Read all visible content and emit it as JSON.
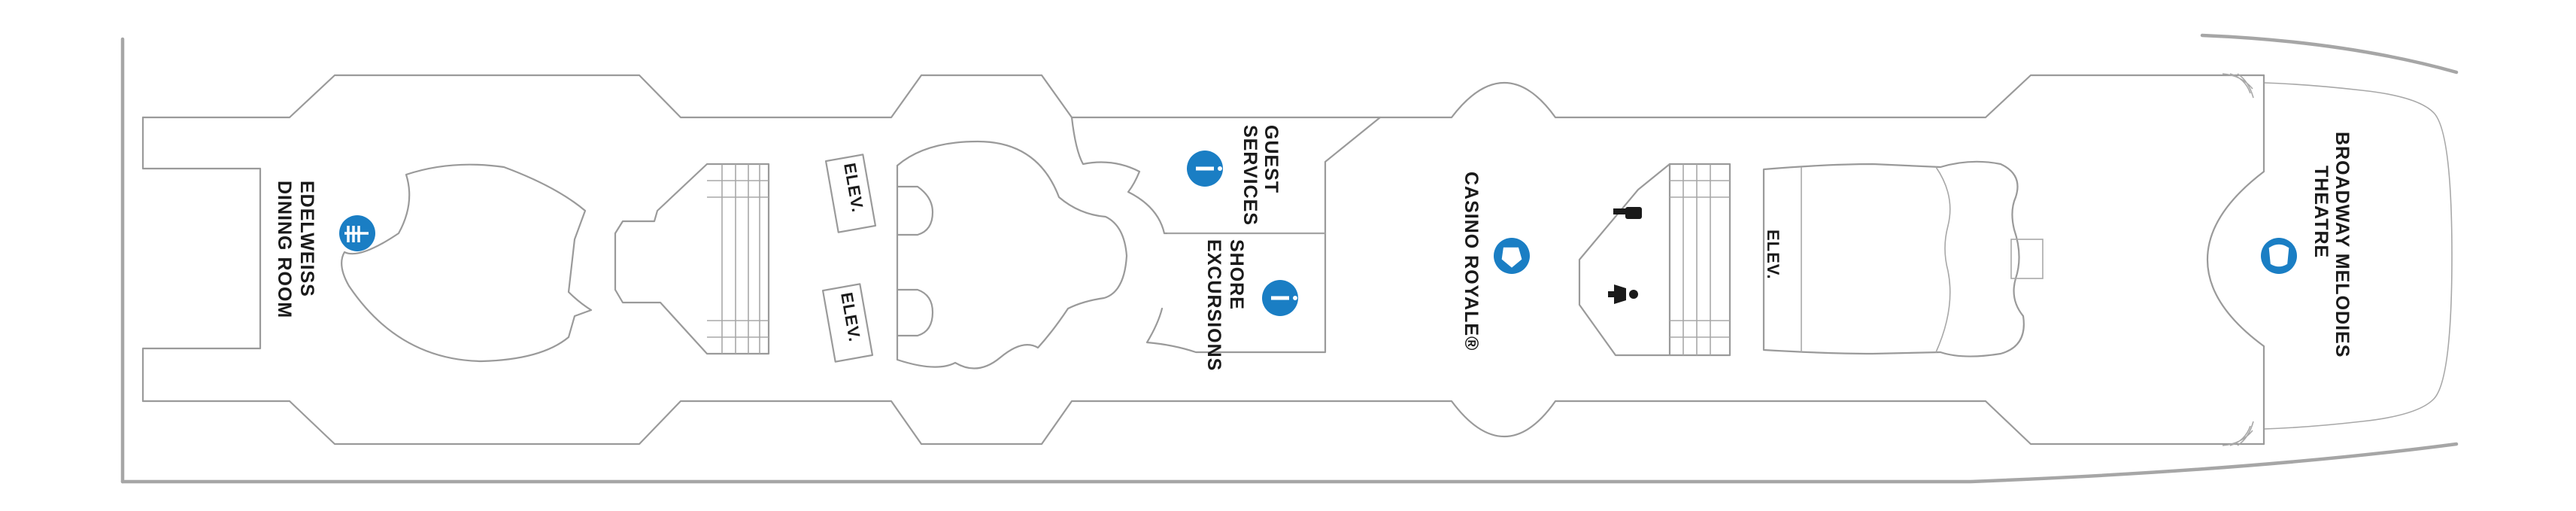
{
  "map": {
    "venues": {
      "edelweiss": {
        "line1": "EDELWEISS",
        "line2": "DINING ROOM",
        "icon": "dining-icon"
      },
      "guest_services": {
        "line1": "GUEST",
        "line2": "SERVICES",
        "icon": "info-icon"
      },
      "shore_excursions": {
        "line1": "SHORE",
        "line2": "EXCURSIONS",
        "icon": "info-icon"
      },
      "casino": {
        "label": "CASINO ROYALE®",
        "icon": "casino-icon"
      },
      "theatre": {
        "line1": "BROADWAY MELODIES",
        "line2": "THEATRE",
        "icon": "theatre-icon"
      }
    },
    "elevators": {
      "label": "ELEV."
    },
    "restrooms": {
      "men_icon": "men-restroom-icon",
      "women_icon": "women-restroom-icon"
    },
    "colors": {
      "outline": "#9a9a9a",
      "icon_blue": "#1a7ec4",
      "text": "#1a1a1a"
    }
  }
}
